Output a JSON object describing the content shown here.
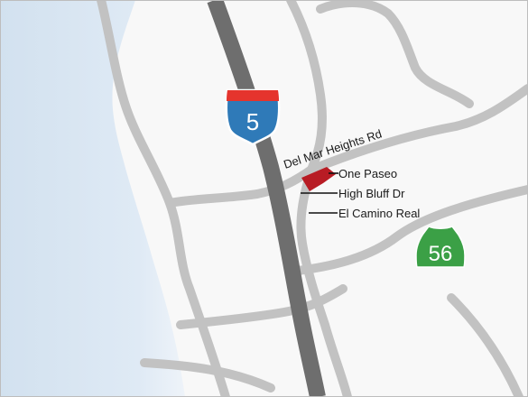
{
  "map": {
    "road_label": "Del Mar Heights Rd",
    "callouts": {
      "one_paseo": "One Paseo",
      "high_bluff": "High Bluff Dr",
      "el_camino": "El Camino Real"
    },
    "shields": {
      "interstate": {
        "number": "5",
        "icon": "interstate-shield-icon"
      },
      "state_route": {
        "number": "56",
        "icon": "state-route-shield-icon"
      }
    },
    "colors": {
      "background": "#f8f8f8",
      "ocean": "#d8e6f2",
      "road": "#c2c2c2",
      "freeway": "#6e6e6e",
      "site": "#b81c24",
      "interstate_blue": "#2f7ab8",
      "interstate_red": "#e5342d",
      "state_route_green": "#3ba046"
    }
  }
}
